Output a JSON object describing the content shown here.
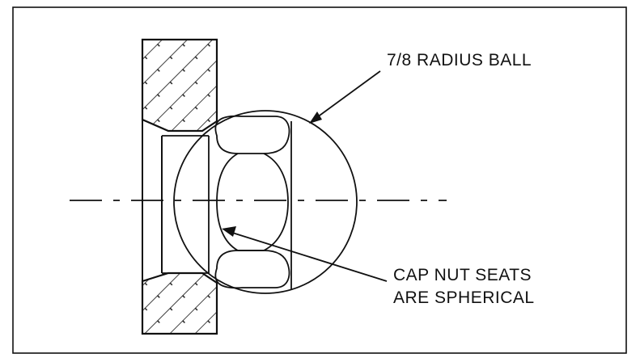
{
  "labels": {
    "ball": "7/8 RADIUS BALL",
    "seats_line1": "CAP NUT SEATS",
    "seats_line2": "ARE SPHERICAL"
  },
  "colors": {
    "ink": "#111111",
    "paper": "#ffffff"
  }
}
